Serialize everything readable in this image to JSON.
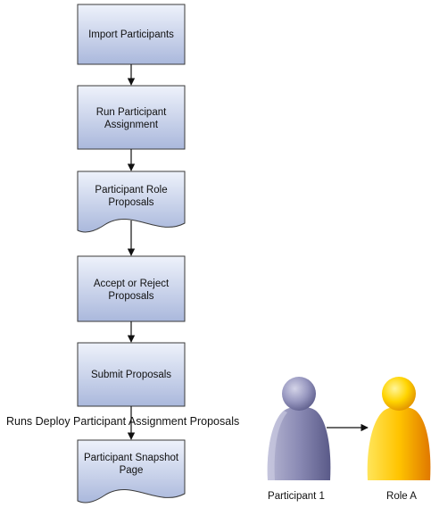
{
  "diagram": {
    "steps": [
      {
        "id": "import",
        "label": "Import Participants"
      },
      {
        "id": "run",
        "label": "Run Participant Assignment"
      },
      {
        "id": "proposals",
        "label": "Participant Role Proposals"
      },
      {
        "id": "accept",
        "label": "Accept or Reject Proposals"
      },
      {
        "id": "submit",
        "label": "Submit Proposals"
      },
      {
        "id": "snapshot",
        "label": "Participant Snapshot Page"
      }
    ],
    "deploy_note": "Runs Deploy Participant Assignment Proposals",
    "participant_label": "Participant 1",
    "role_label": "Role A"
  },
  "colors": {
    "box_fill_top": "#eef2fb",
    "box_fill_bottom": "#aab8dc",
    "box_stroke": "#3a3a3a",
    "participant_figure": "#8c8cb8",
    "role_figure": "#f2b800",
    "arrow": "#111111"
  },
  "icons": {
    "participant": "person-icon",
    "role": "person-icon"
  }
}
